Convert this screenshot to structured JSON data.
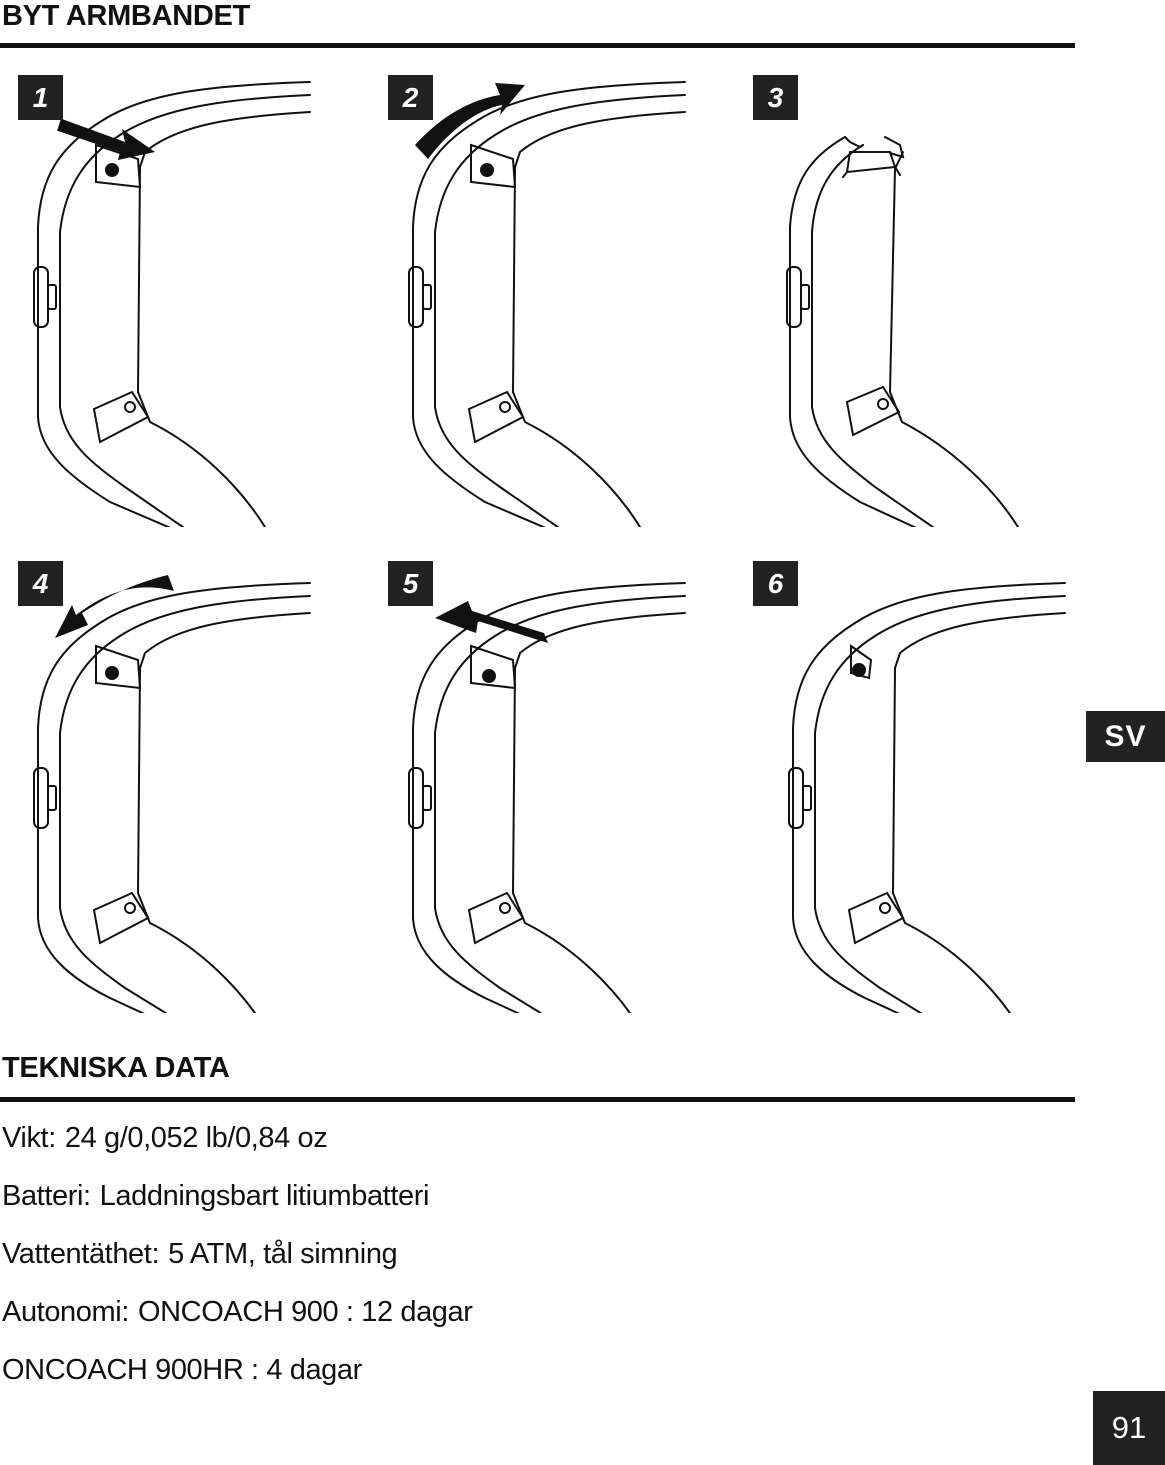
{
  "section1": {
    "title": "BYT ARMBANDET"
  },
  "steps": [
    {
      "number": "1",
      "arrow": "straight-arrow-toward-strap-slot"
    },
    {
      "number": "2",
      "arrow": "curved-arrow-lifting-strap"
    },
    {
      "number": "3",
      "arrow": "strap-removed"
    },
    {
      "number": "4",
      "arrow": "curved-arrow-attaching-strap"
    },
    {
      "number": "5",
      "arrow": "straight-arrow-pushing-pin"
    },
    {
      "number": "6",
      "arrow": "strap-attached"
    }
  ],
  "section2": {
    "title": "TEKNISKA DATA"
  },
  "specs": [
    {
      "label": "Vikt:",
      "value": "24 g/0,052 lb/0,84 oz"
    },
    {
      "label": "Batteri:",
      "value": "Laddningsbart litiumbatteri"
    },
    {
      "label": "Vattentäthet:",
      "value": "5 ATM, tål simning"
    },
    {
      "label": "Autonomi:",
      "value": "ONCOACH 900 : 12 dagar"
    },
    {
      "label": "",
      "value": "ONCOACH 900HR : 4 dagar"
    }
  ],
  "language_tab": "SV",
  "page_number": "91",
  "colors": {
    "ink": "#111111",
    "tab_bg": "#222222",
    "tab_text": "#ffffff"
  }
}
